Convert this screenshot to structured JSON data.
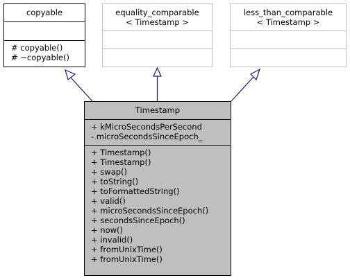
{
  "diagram": {
    "type": "uml-class-inheritance",
    "classes": {
      "copyable": {
        "name": "copyable",
        "attributes": [],
        "methods": [
          "# copyable()",
          "# ~copyable()"
        ]
      },
      "equality_comparable": {
        "name_lines": [
          "equality_comparable",
          "< Timestamp >"
        ],
        "attributes": [],
        "methods": []
      },
      "less_than_comparable": {
        "name_lines": [
          "less_than_comparable",
          "< Timestamp >"
        ],
        "attributes": [],
        "methods": []
      },
      "timestamp": {
        "name": "Timestamp",
        "attributes": [
          "+ kMicroSecondsPerSecond",
          "- microSecondsSinceEpoch_"
        ],
        "methods": [
          "+ Timestamp()",
          "+ Timestamp()",
          "+ swap()",
          "+ toString()",
          "+ toFormattedString()",
          "+ valid()",
          "+ microSecondsSinceEpoch()",
          "+ secondsSinceEpoch()",
          "+ now()",
          "+ invalid()",
          "+ fromUnixTime()",
          "+ fromUnixTime()"
        ]
      }
    },
    "relations": [
      {
        "from": "Timestamp",
        "to": "copyable",
        "kind": "inherits"
      },
      {
        "from": "Timestamp",
        "to": "equality_comparable< Timestamp >",
        "kind": "inherits"
      },
      {
        "from": "Timestamp",
        "to": "less_than_comparable< Timestamp >",
        "kind": "inherits"
      }
    ],
    "colors": {
      "primary_border": "#000000",
      "secondary_border": "#bfbfbf",
      "highlight_fill": "#bfbfbf",
      "edge": "#191970"
    }
  }
}
